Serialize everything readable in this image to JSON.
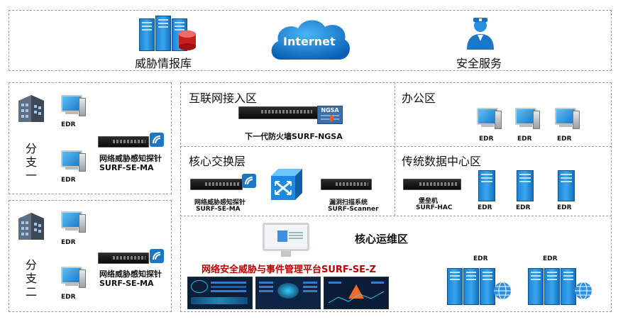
{
  "top": {
    "threat_db_label": "威胁情报库",
    "internet_label": "Internet",
    "security_service_label": "安全服务"
  },
  "branch1": {
    "label": "分支一",
    "edr1": "EDR",
    "edr2": "EDR",
    "probe_name": "网络威胁感知探针",
    "probe_model": "SURF-SE-MA"
  },
  "branch2": {
    "label": "分支二",
    "edr1": "EDR",
    "edr2": "EDR",
    "probe_name": "网络威胁感知探针",
    "probe_model": "SURF-SE-MA"
  },
  "internet_zone": {
    "title": "互联网接入区",
    "firewall_label": "下一代防火墙SURF-NGSA",
    "ngsa_badge": "NGSA"
  },
  "office_zone": {
    "title": "办公区",
    "edr": [
      "EDR",
      "EDR",
      "EDR"
    ]
  },
  "core_switch_zone": {
    "title": "核心交换层",
    "probe_name": "网络威胁感知探针",
    "probe_model": "SURF-SE-MA",
    "scanner_name": "漏洞扫描系统",
    "scanner_model": "SURF-Scanner"
  },
  "dc_zone": {
    "title": "传统数据中心区",
    "bastion_name": "堡垒机",
    "bastion_model": "SURF-HAC",
    "edr": [
      "EDR",
      "EDR",
      "EDR"
    ]
  },
  "ops_zone": {
    "title": "核心运维区",
    "platform_label": "网络安全威胁与事件管理平台SURF-SE-Z",
    "edr": [
      "EDR",
      "EDR"
    ]
  },
  "colors": {
    "accent_blue": "#1b76c7",
    "platform_red": "#c00000",
    "dashed_border": "#9a9a9a"
  }
}
